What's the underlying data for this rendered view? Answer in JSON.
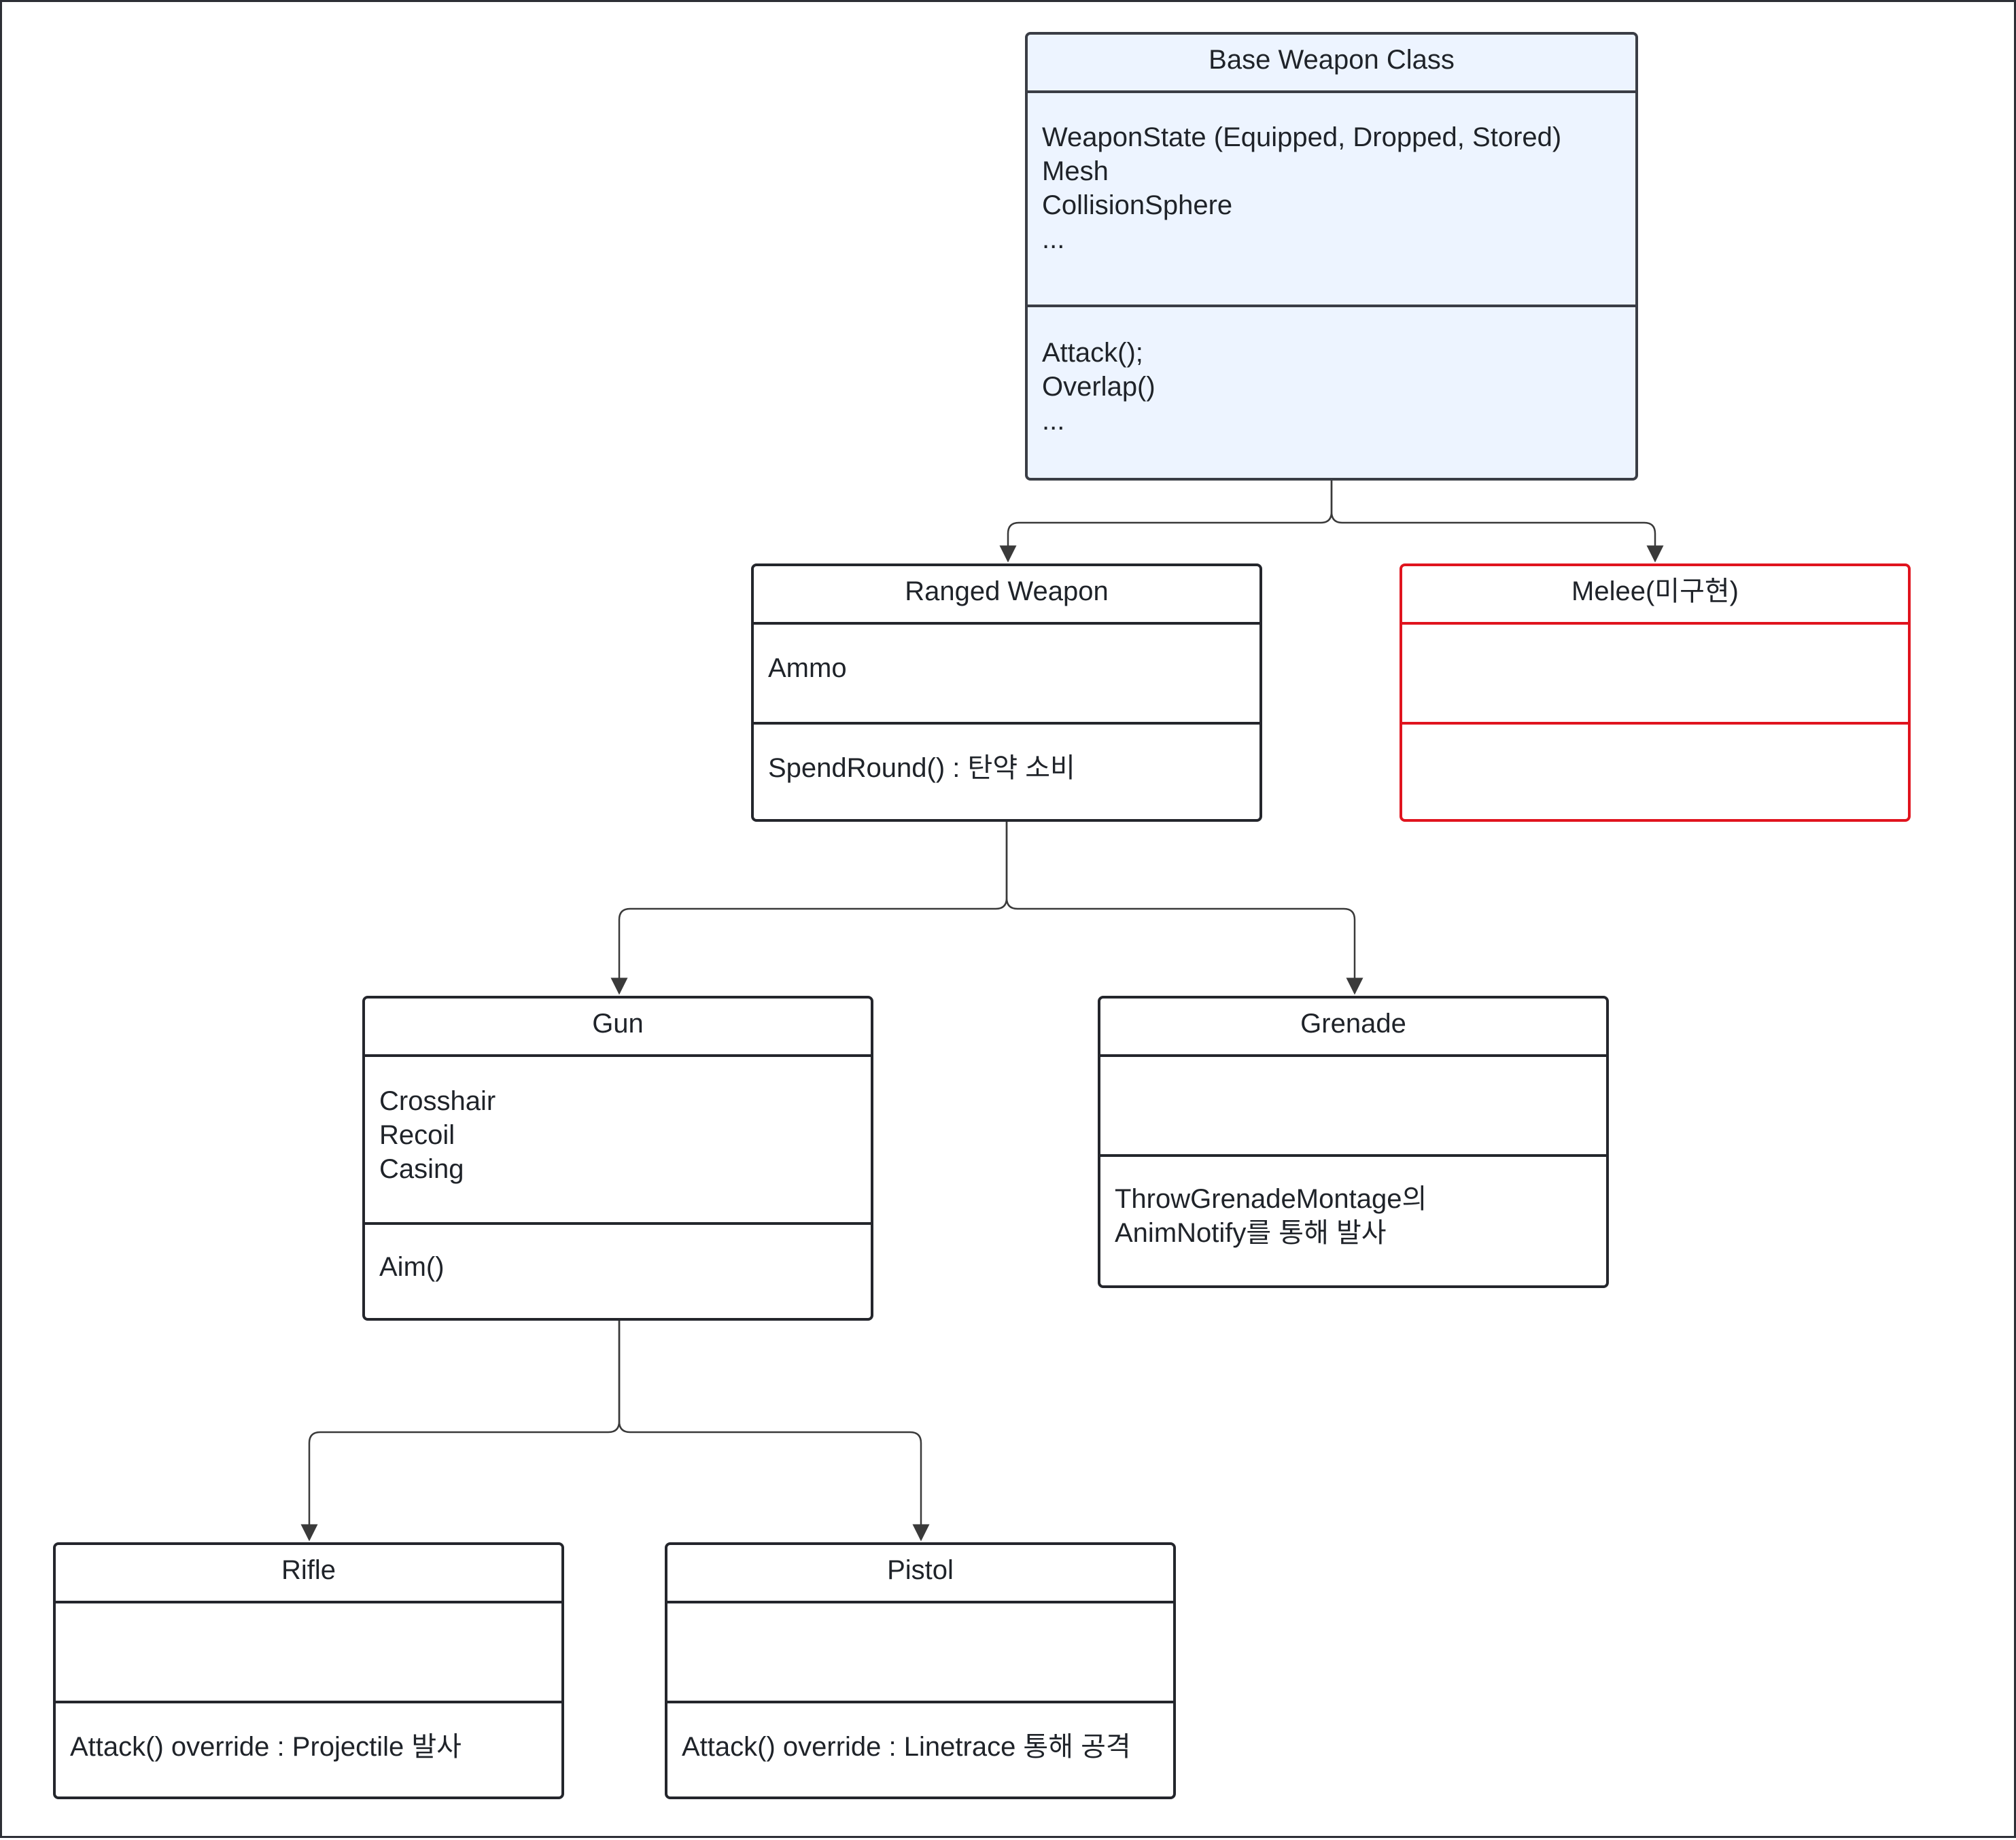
{
  "diagram": {
    "classes": {
      "base": {
        "name": "Base Weapon Class",
        "attributes": [
          "WeaponState (Equipped, Dropped, Stored)",
          "Mesh",
          "CollisionSphere",
          "..."
        ],
        "methods": [
          "Attack();",
          "Overlap()",
          "..."
        ]
      },
      "ranged": {
        "name": "Ranged Weapon",
        "attributes": [
          "Ammo"
        ],
        "methods": [
          "SpendRound() : 탄약 소비"
        ]
      },
      "melee": {
        "name": "Melee(미구현)",
        "attributes": [],
        "methods": []
      },
      "gun": {
        "name": "Gun",
        "attributes": [
          "Crosshair",
          "Recoil",
          "Casing"
        ],
        "methods": [
          "Aim()"
        ]
      },
      "grenade": {
        "name": "Grenade",
        "attributes": [],
        "methods": [
          "ThrowGrenadeMontage의",
          "AnimNotify를 통해 발사"
        ]
      },
      "rifle": {
        "name": "Rifle",
        "attributes": [],
        "methods": [
          "Attack() override : Projectile 발사"
        ]
      },
      "pistol": {
        "name": "Pistol",
        "attributes": [],
        "methods": [
          "Attack() override : Linetrace 통해 공격"
        ]
      }
    },
    "inheritance": [
      {
        "parent": "Base Weapon Class",
        "child": "Ranged Weapon"
      },
      {
        "parent": "Base Weapon Class",
        "child": "Melee(미구현)"
      },
      {
        "parent": "Ranged Weapon",
        "child": "Gun"
      },
      {
        "parent": "Ranged Weapon",
        "child": "Grenade"
      },
      {
        "parent": "Gun",
        "child": "Rifle"
      },
      {
        "parent": "Gun",
        "child": "Pistol"
      }
    ],
    "colors": {
      "base_fill": "#edf4ff",
      "outline": "#24262c",
      "unimplemented_outline": "#e0141e",
      "connector": "#3a3a3a"
    }
  }
}
